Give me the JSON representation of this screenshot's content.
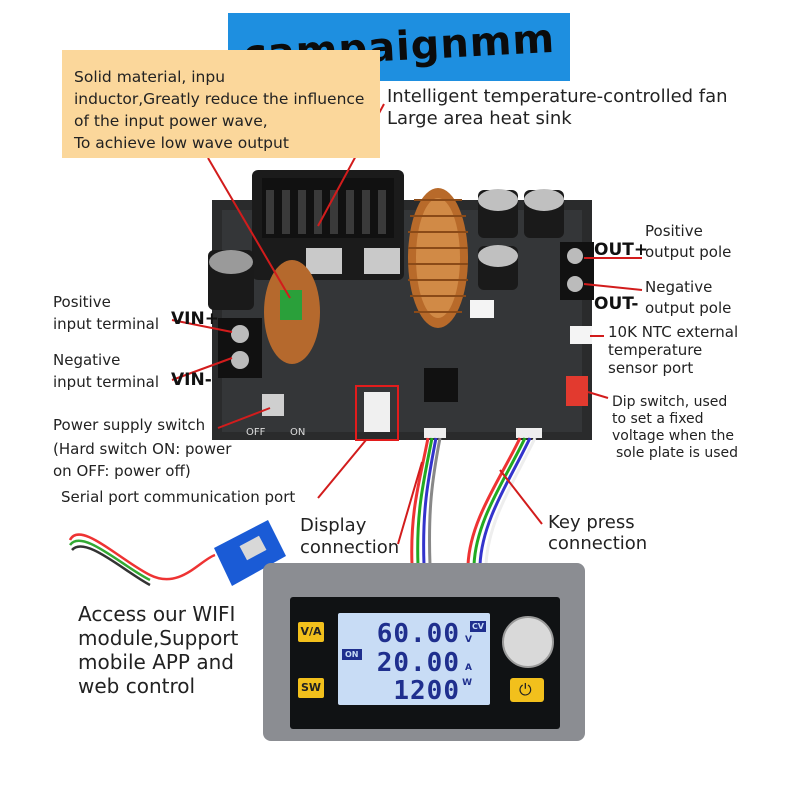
{
  "banner": {
    "text": "campaignmm",
    "color": "#1e8fe0"
  },
  "feature_box": {
    "color": "#fbd79b",
    "lines": [
      "Solid material, inpu",
      "inductor,Greatly reduce the influence",
      "of the input power wave,",
      "To achieve low wave output"
    ]
  },
  "fan_label": {
    "line1": "Intelligent temperature-controlled fan",
    "line2": "Large area heat sink"
  },
  "positive_output": {
    "pole": "OUT+",
    "line1": "Positive",
    "line2": "output pole"
  },
  "negative_output": {
    "pole": "OUT-",
    "line1": "Negative",
    "line2": "output pole"
  },
  "ntc": {
    "line1": "10K NTC external",
    "line2": "temperature",
    "line3": "sensor port"
  },
  "dip_switch": {
    "line1": "Dip switch, used",
    "line2": "to set a fixed",
    "line3": "voltage when the",
    "line4": "sole plate is used"
  },
  "positive_input": {
    "line1": "Positive",
    "line2": "input terminal",
    "pole": "VIN+"
  },
  "negative_input": {
    "line1": "Negative",
    "line2": "input terminal",
    "pole": "VIN-"
  },
  "power_switch": {
    "line1": "Power supply switch",
    "line2": "(Hard switch ON: power",
    "line3": "on OFF: power off)"
  },
  "serial_port": {
    "text": "Serial port communication port"
  },
  "display_connection": {
    "line1": "Display",
    "line2": "connection"
  },
  "key_connection": {
    "line1": "Key press",
    "line2": "connection"
  },
  "wifi": {
    "line1": "Access our WIFI",
    "line2": "module,Support",
    "line3": "mobile APP and",
    "line4": "web control"
  },
  "board_silkscreen": {
    "off": "OFF",
    "on": "ON"
  },
  "display": {
    "voltage": "60.00",
    "current": "20.00",
    "power": "1200",
    "mode_badge": "CV",
    "on_badge": "ON",
    "unit_v": "V",
    "unit_a": "A",
    "unit_w": "W",
    "button_va": "V/A",
    "button_sw": "SW",
    "lcd_color": "#c8dcf5",
    "digit_color": "#1f2f8e"
  }
}
